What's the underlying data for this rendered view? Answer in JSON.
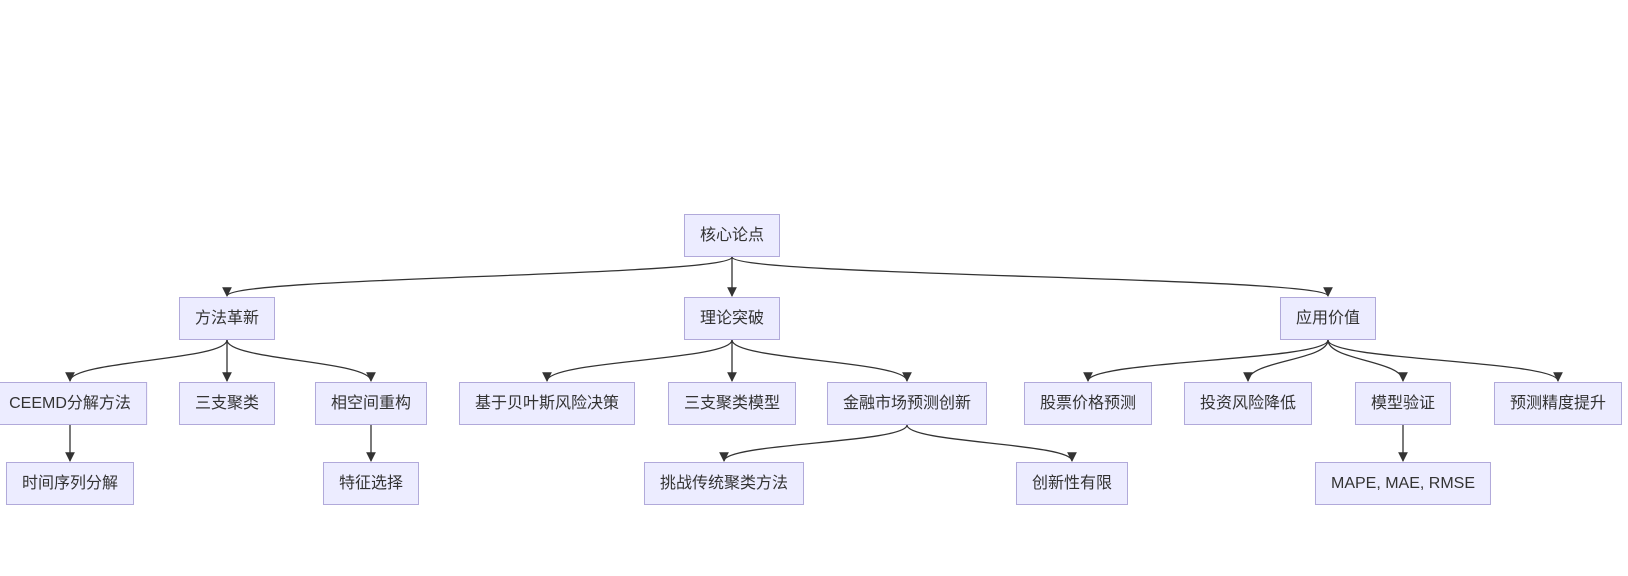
{
  "diagram": {
    "type": "flowchart-top-down",
    "background": "#ffffff",
    "node_fill": "#ECECFF",
    "node_border": "#B1A9DA",
    "edge_color": "#333333",
    "text_color": "#333333",
    "nodes": [
      {
        "id": "core",
        "label": "核心论点"
      },
      {
        "id": "method",
        "label": "方法革新"
      },
      {
        "id": "theory",
        "label": "理论突破"
      },
      {
        "id": "application",
        "label": "应用价值"
      },
      {
        "id": "ceemd",
        "label": "CEEMD分解方法"
      },
      {
        "id": "three-way",
        "label": "三支聚类"
      },
      {
        "id": "phase-space",
        "label": "相空间重构"
      },
      {
        "id": "bayes",
        "label": "基于贝叶斯风险决策"
      },
      {
        "id": "three-way-model",
        "label": "三支聚类模型"
      },
      {
        "id": "finance-innovation",
        "label": "金融市场预测创新"
      },
      {
        "id": "stock-forecast",
        "label": "股票价格预测"
      },
      {
        "id": "risk-reduction",
        "label": "投资风险降低"
      },
      {
        "id": "model-validation",
        "label": "模型验证"
      },
      {
        "id": "accuracy",
        "label": "预测精度提升"
      },
      {
        "id": "ts-decomp",
        "label": "时间序列分解"
      },
      {
        "id": "feature-selection",
        "label": "特征选择"
      },
      {
        "id": "challenge-clustering",
        "label": "挑战传统聚类方法"
      },
      {
        "id": "limited-novelty",
        "label": "创新性有限"
      },
      {
        "id": "metrics",
        "label": "MAPE, MAE, RMSE"
      }
    ],
    "edges": [
      {
        "from": "core",
        "to": "method"
      },
      {
        "from": "core",
        "to": "theory"
      },
      {
        "from": "core",
        "to": "application"
      },
      {
        "from": "method",
        "to": "ceemd"
      },
      {
        "from": "method",
        "to": "three-way"
      },
      {
        "from": "method",
        "to": "phase-space"
      },
      {
        "from": "theory",
        "to": "bayes"
      },
      {
        "from": "theory",
        "to": "three-way-model"
      },
      {
        "from": "theory",
        "to": "finance-innovation"
      },
      {
        "from": "application",
        "to": "stock-forecast"
      },
      {
        "from": "application",
        "to": "risk-reduction"
      },
      {
        "from": "application",
        "to": "model-validation"
      },
      {
        "from": "application",
        "to": "accuracy"
      },
      {
        "from": "ceemd",
        "to": "ts-decomp"
      },
      {
        "from": "phase-space",
        "to": "feature-selection"
      },
      {
        "from": "finance-innovation",
        "to": "challenge-clustering"
      },
      {
        "from": "finance-innovation",
        "to": "limited-novelty"
      },
      {
        "from": "model-validation",
        "to": "metrics"
      }
    ]
  }
}
